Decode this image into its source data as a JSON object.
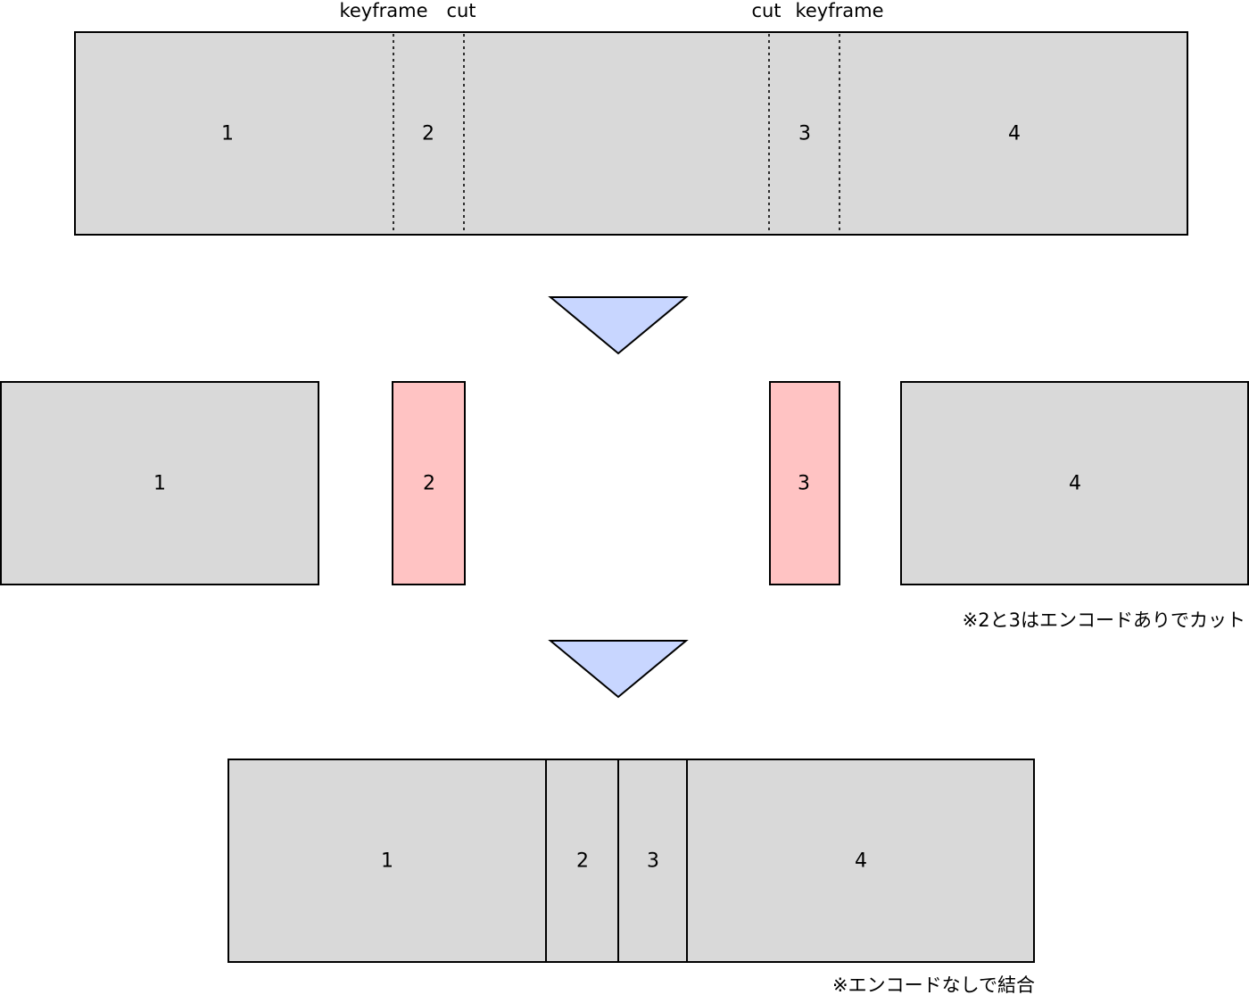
{
  "colors": {
    "segment_fill": "#d9d9d9",
    "highlight_fill": "#ffc3c3",
    "arrow_fill": "#c8d6ff",
    "stroke": "#000000"
  },
  "top_row": {
    "markers": {
      "keyframe_left": "keyframe",
      "cut_left": "cut",
      "cut_right": "cut",
      "keyframe_right": "keyframe"
    },
    "segments": {
      "seg1": "1",
      "seg2": "2",
      "seg3": "3",
      "seg4": "4"
    }
  },
  "middle_row": {
    "segments": {
      "seg1": "1",
      "seg2": "2",
      "seg3": "3",
      "seg4": "4"
    },
    "note": "※2と3はエンコードありでカット"
  },
  "bottom_row": {
    "segments": {
      "seg1": "1",
      "seg2": "2",
      "seg3": "3",
      "seg4": "4"
    },
    "note": "※エンコードなしで結合"
  }
}
